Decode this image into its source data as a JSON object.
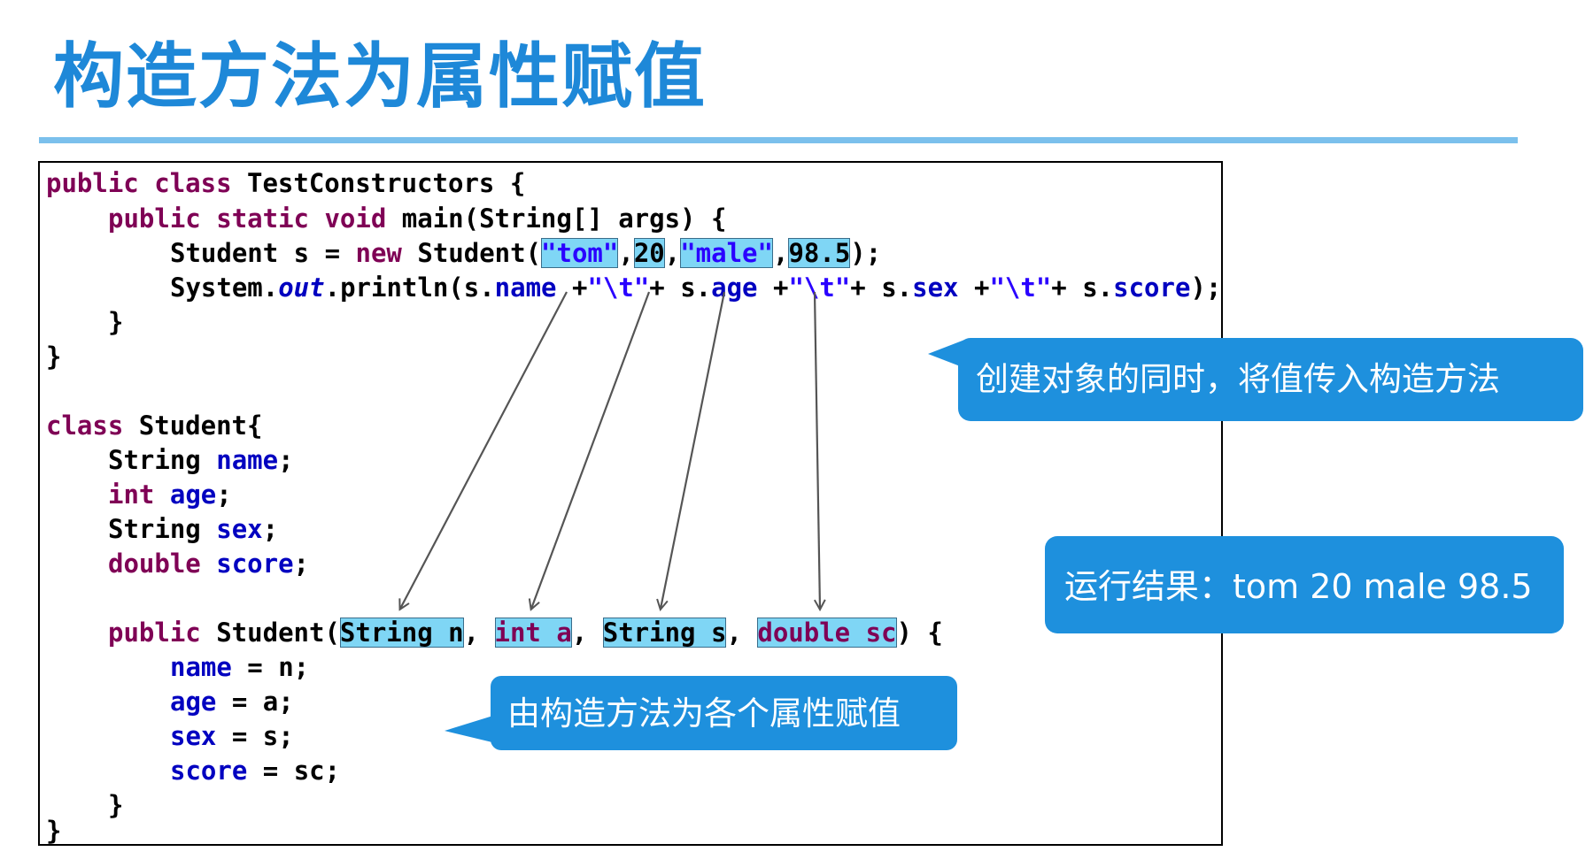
{
  "slide": {
    "title": "构造方法为属性赋值"
  },
  "code": {
    "line1_kw1": "public",
    "line1_kw2": "class",
    "line1_rest": " TestConstructors {",
    "line2_kw1": "public",
    "line2_kw2": "static",
    "line2_kw3": "void",
    "line2_rest": " main(String[] args) {",
    "line3_pre": "Student s = ",
    "line3_kw": "new",
    "line3_call": " Student(",
    "arg1": "\"tom\"",
    "comma": ",",
    "arg2": "20",
    "arg3": "\"male\"",
    "arg4": "98.5",
    "line3_end": ");",
    "line4_pre": "System.",
    "line4_out": "out",
    "line4_call": ".println(s.",
    "line4_name": "name",
    "line4_p1": " +",
    "line4_tab1": "\"\\t\"",
    "line4_p2": "+ s.",
    "line4_age": "age",
    "line4_p3": " +",
    "line4_tab2": "\"\\t\"",
    "line4_p4": "+ s.",
    "line4_sex": "sex",
    "line4_p5": " +",
    "line4_tab3": "\"\\t\"",
    "line4_p6": "+ s.",
    "line4_score": "score",
    "line4_end": ");",
    "close_brace": "}",
    "class2_kw": "class",
    "class2_rest": " Student{",
    "type_string": "String",
    "type_int": "int",
    "type_double": "double",
    "field_name": "name",
    "field_age": "age",
    "field_sex": "sex",
    "field_score": "score",
    "semi": ";",
    "ctor_kw": "public",
    "ctor_name": " Student(",
    "param1": "String n",
    "param2": "int a",
    "param3": "String s",
    "param4": "double sc",
    "sep": ", ",
    "ctor_end": ") {",
    "assign1_val": " = n;",
    "assign2_val": " = a;",
    "assign3_val": " = s;",
    "assign4_val": " = sc;"
  },
  "callouts": {
    "constructor_call": "创建对象的同时，将值传入构造方法",
    "result": "运行结果：tom  20  male  98.5",
    "constructor_assign": "由构造方法为各个属性赋值"
  },
  "colors": {
    "title": "#1e88d8",
    "rule": "#7bc0ec",
    "callout_bg": "#1e90dd",
    "highlight": "#7fd6f5",
    "keyword": "#7f0055",
    "field": "#0000c0"
  }
}
